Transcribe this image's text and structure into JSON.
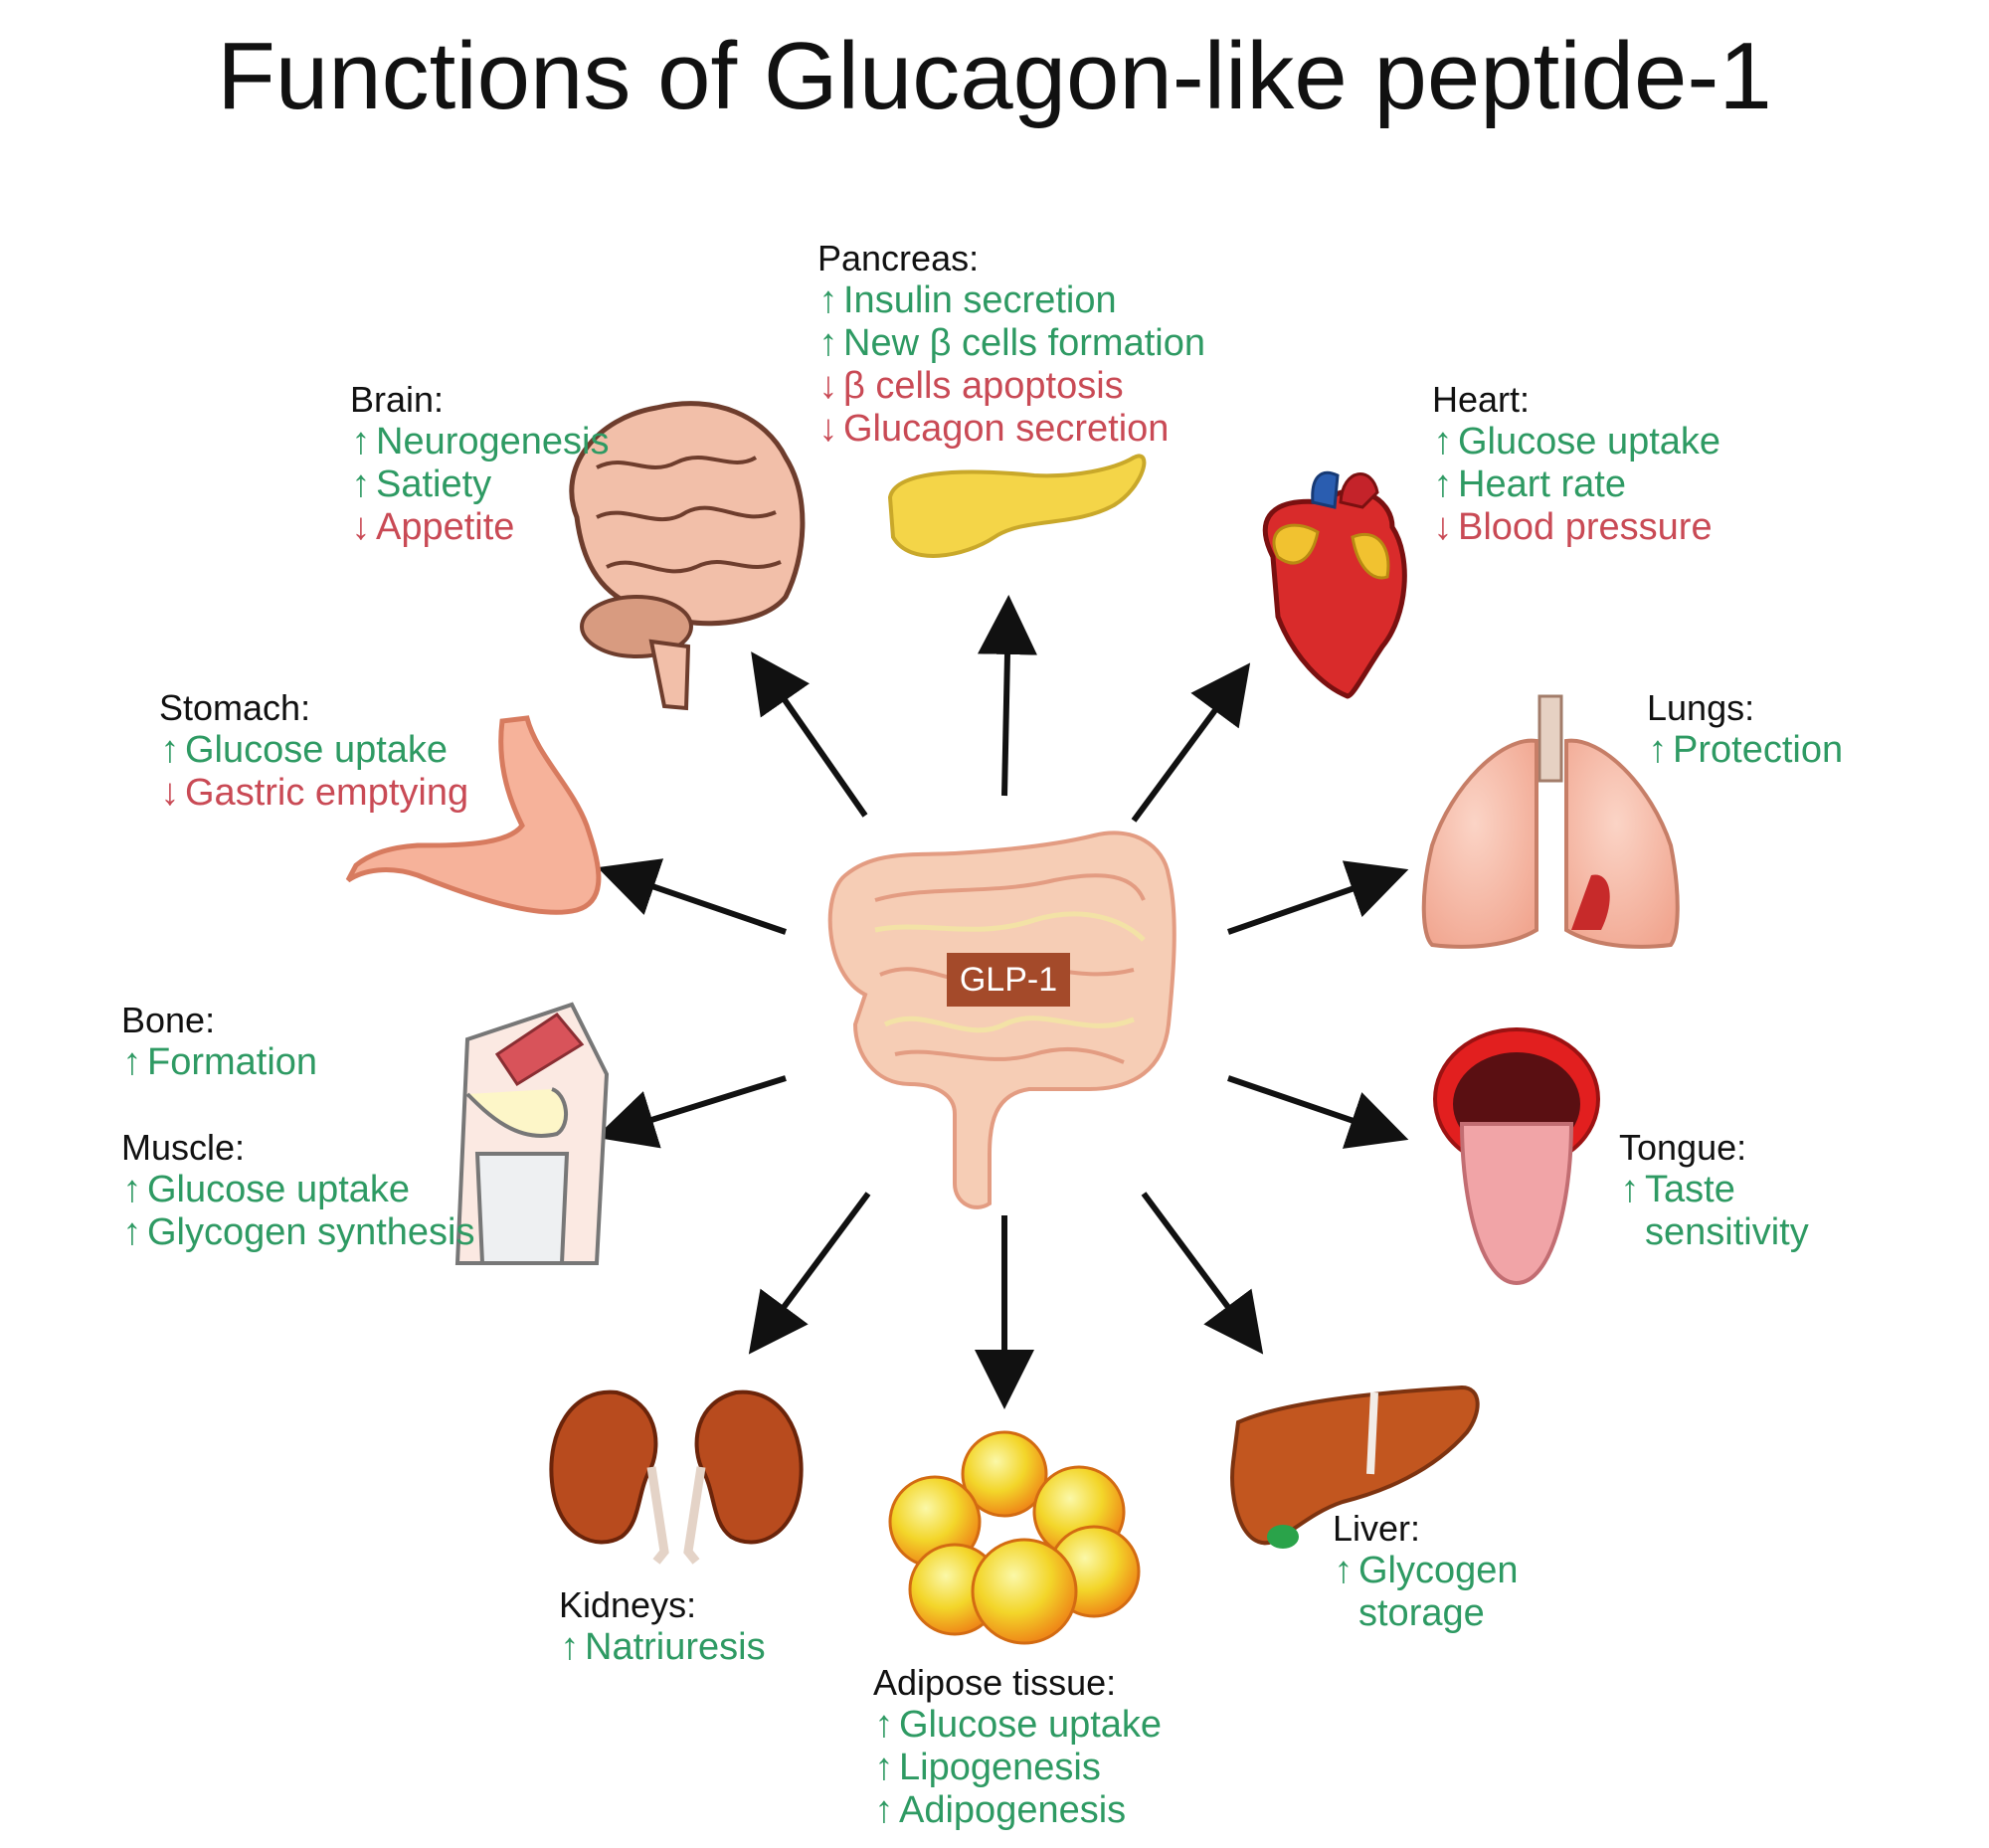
{
  "title": "Functions of Glucagon-like peptide-1",
  "center_label": "GLP-1",
  "colors": {
    "increase": "#2e9a63",
    "decrease": "#c94a55",
    "arrow": "#111111",
    "center_box": "#a44a2a"
  },
  "organs": {
    "pancreas": {
      "heading": "Pancreas:",
      "effects": [
        {
          "dir": "up",
          "text": "Insulin secretion"
        },
        {
          "dir": "up",
          "text": "New β cells formation"
        },
        {
          "dir": "down",
          "text": "β cells apoptosis"
        },
        {
          "dir": "down",
          "text": "Glucagon secretion"
        }
      ]
    },
    "brain": {
      "heading": "Brain:",
      "effects": [
        {
          "dir": "up",
          "text": "Neurogenesis"
        },
        {
          "dir": "up",
          "text": "Satiety"
        },
        {
          "dir": "down",
          "text": "Appetite"
        }
      ]
    },
    "heart": {
      "heading": "Heart:",
      "effects": [
        {
          "dir": "up",
          "text": "Glucose uptake"
        },
        {
          "dir": "up",
          "text": "Heart rate"
        },
        {
          "dir": "down",
          "text": "Blood pressure"
        }
      ]
    },
    "stomach": {
      "heading": "Stomach:",
      "effects": [
        {
          "dir": "up",
          "text": "Glucose uptake"
        },
        {
          "dir": "down",
          "text": "Gastric emptying"
        }
      ]
    },
    "lungs": {
      "heading": "Lungs:",
      "effects": [
        {
          "dir": "up",
          "text": "Protection"
        }
      ]
    },
    "bone": {
      "heading": "Bone:",
      "effects": [
        {
          "dir": "up",
          "text": "Formation"
        }
      ]
    },
    "muscle": {
      "heading": "Muscle:",
      "effects": [
        {
          "dir": "up",
          "text": "Glucose uptake"
        },
        {
          "dir": "up",
          "text": "Glycogen synthesis"
        }
      ]
    },
    "tongue": {
      "heading": "Tongue:",
      "effects": [
        {
          "dir": "up",
          "text": "Taste"
        },
        {
          "dir": "cont",
          "text": "sensitivity"
        }
      ]
    },
    "kidneys": {
      "heading": "Kidneys:",
      "effects": [
        {
          "dir": "up",
          "text": "Natriuresis"
        }
      ]
    },
    "adipose": {
      "heading": "Adipose tissue:",
      "effects": [
        {
          "dir": "up",
          "text": "Glucose uptake"
        },
        {
          "dir": "up",
          "text": "Lipogenesis"
        },
        {
          "dir": "up",
          "text": "Adipogenesis"
        }
      ]
    },
    "liver": {
      "heading": "Liver:",
      "effects": [
        {
          "dir": "up",
          "text": "Glycogen"
        },
        {
          "dir": "cont",
          "text": "storage"
        }
      ]
    }
  }
}
